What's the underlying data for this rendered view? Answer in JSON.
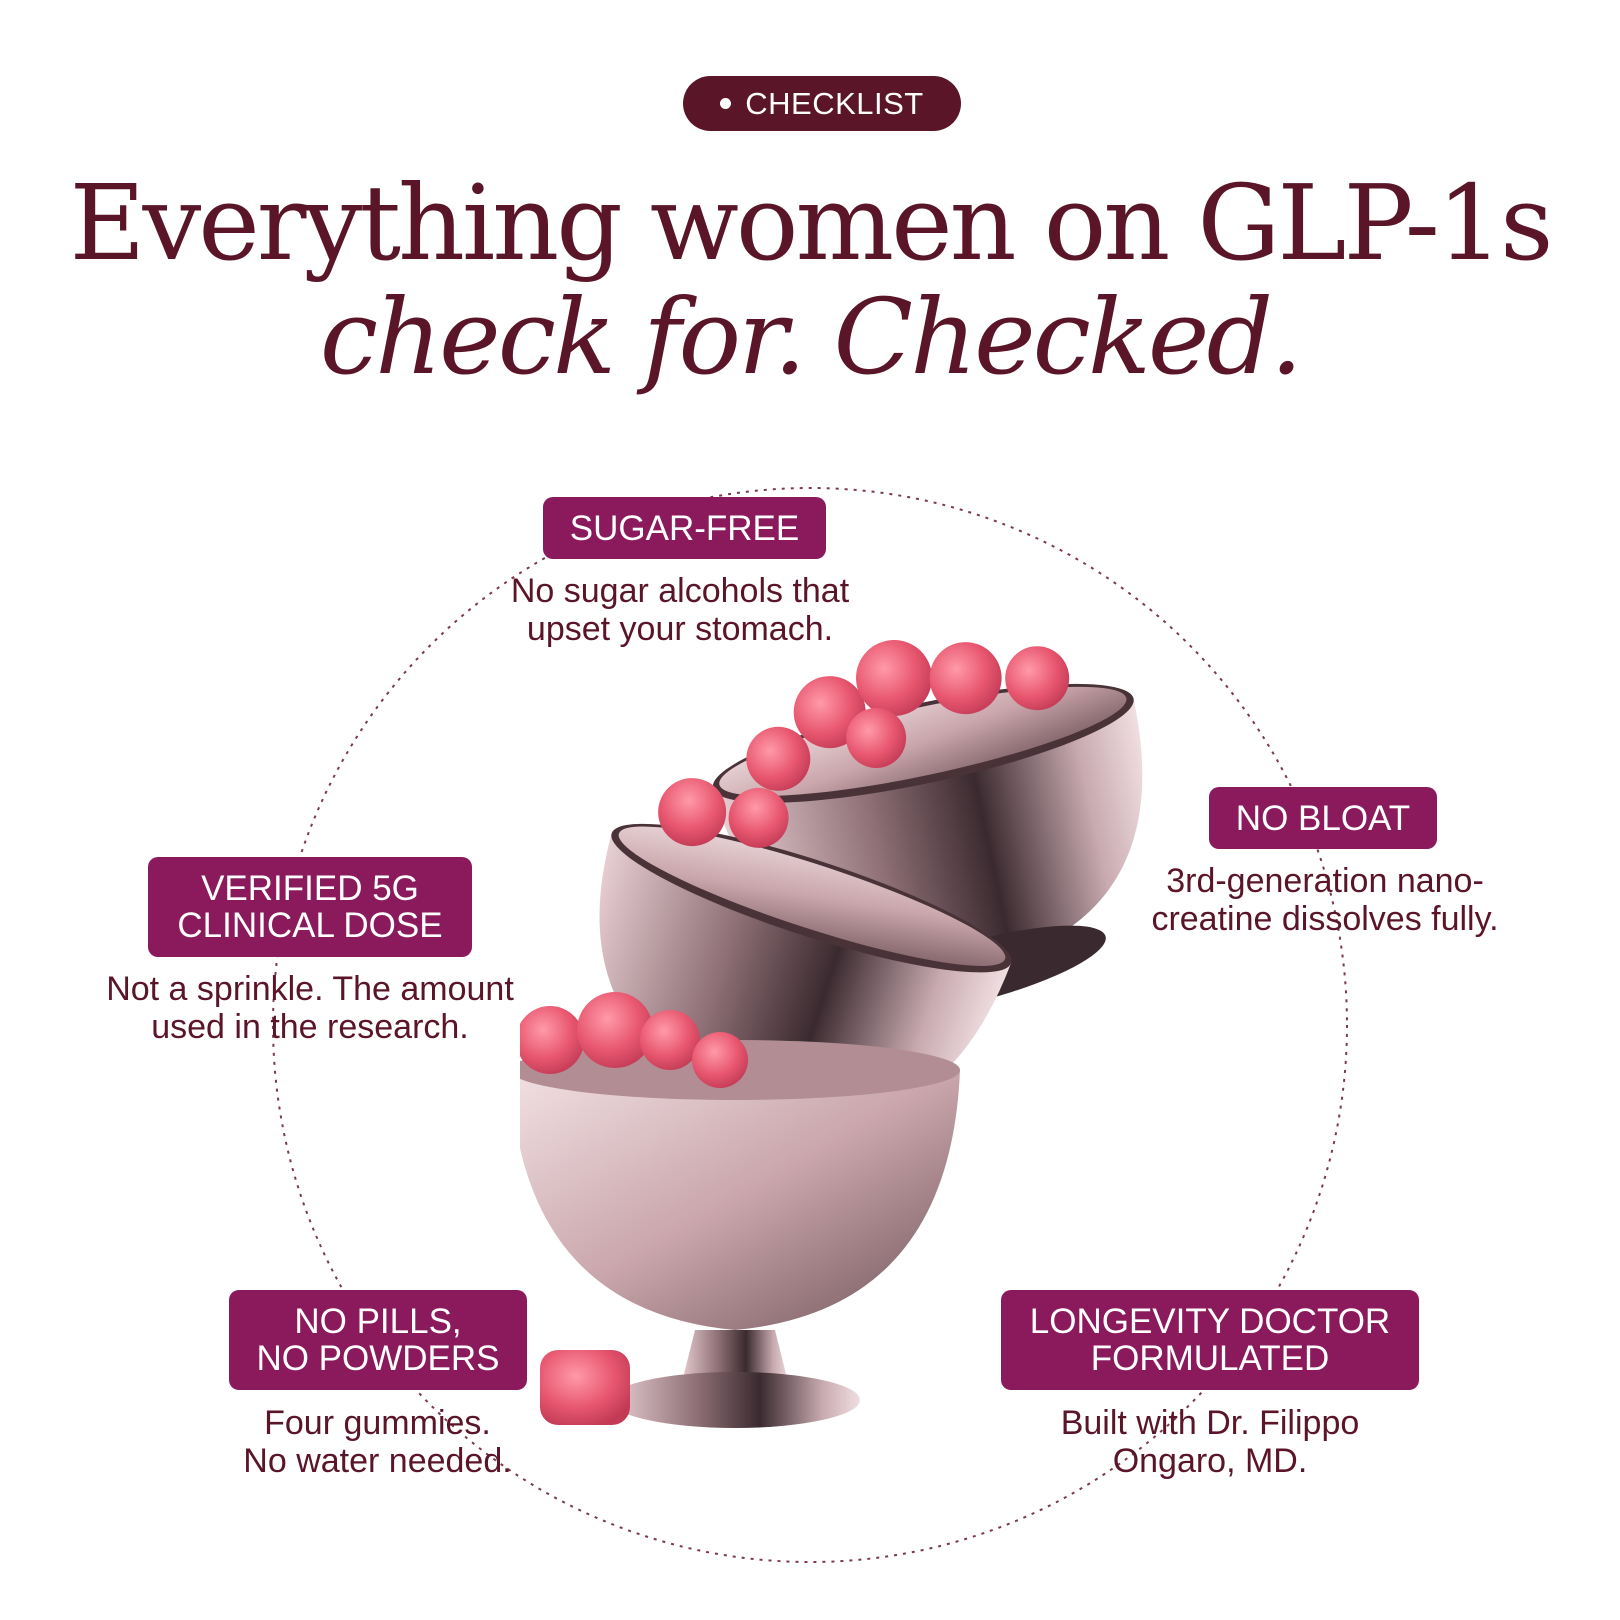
{
  "tag": {
    "label": "CHECKLIST"
  },
  "headline": {
    "line1": "Everything women on GLP-1s",
    "line2": "check for. Checked."
  },
  "features": [
    {
      "badge": "SUGAR-FREE",
      "text": "No sugar alcohols that\nupset your stomach."
    },
    {
      "badge": "NO BLOAT",
      "text": "3rd-generation nano-\ncreatine dissolves fully."
    },
    {
      "badge": "VERIFIED 5G\nCLINICAL DOSE",
      "text": "Not a sprinkle. The amount\nused in the research."
    },
    {
      "badge": "NO PILLS,\nNO POWDERS",
      "text": "Four gummies.\nNo water needed."
    },
    {
      "badge": "LONGEVITY DOCTOR\nFORMULATED",
      "text": "Built with Dr. Filippo\nOngaro, MD."
    }
  ],
  "colors": {
    "primary": "#5a1528",
    "badge": "#8b1a5c",
    "gummy": "#e8576f",
    "bowl": "#c9a6ab"
  }
}
